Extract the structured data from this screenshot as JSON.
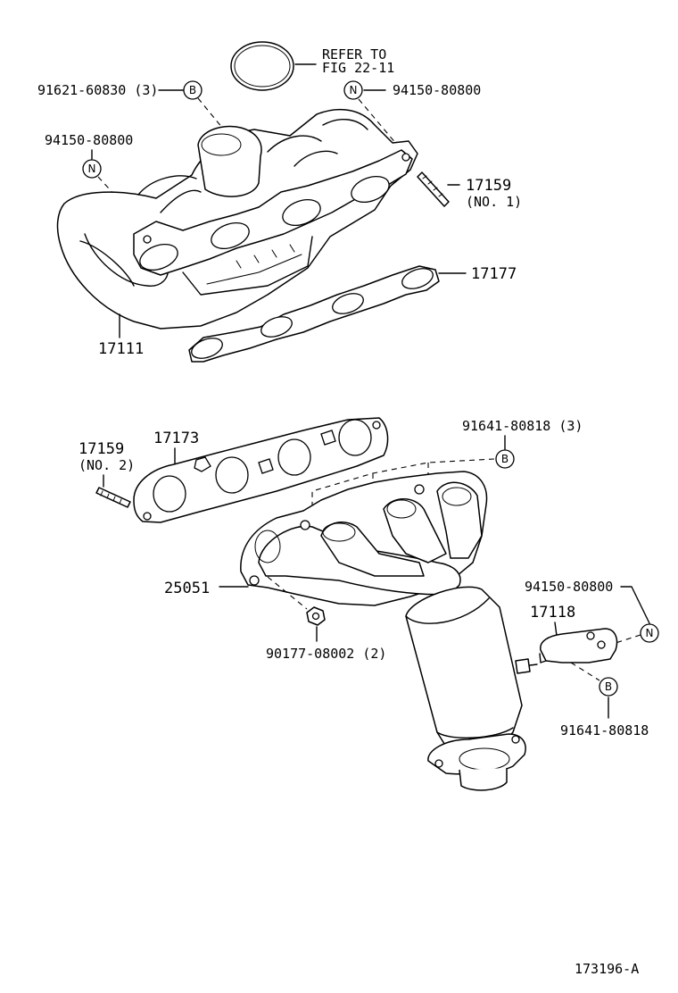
{
  "labels": {
    "refer_line1": "REFER TO",
    "refer_line2": "FIG 22-11",
    "bolt_b_top": "91621-60830 (3)",
    "nut_n_top_right": "94150-80800",
    "nut_n_top_left": "94150-80800",
    "stud_no1_part": "17159",
    "stud_no1_note": "(NO. 1)",
    "gasket_intake": "17177",
    "intake_manifold": "17111",
    "stud_no2_part": "17159",
    "stud_no2_note": "(NO. 2)",
    "gasket_exhaust": "17173",
    "bolt_b_exhaust": "91641-80818 (3)",
    "exhaust_manifold": "25051",
    "nut_n_bracket": "94150-80800",
    "bracket": "17118",
    "nut_exhaust": "90177-08002 (2)",
    "bolt_b_bracket": "91641-80818",
    "figure_number": "173196-A"
  },
  "symbols": {
    "bolt": "B",
    "nut": "N"
  }
}
